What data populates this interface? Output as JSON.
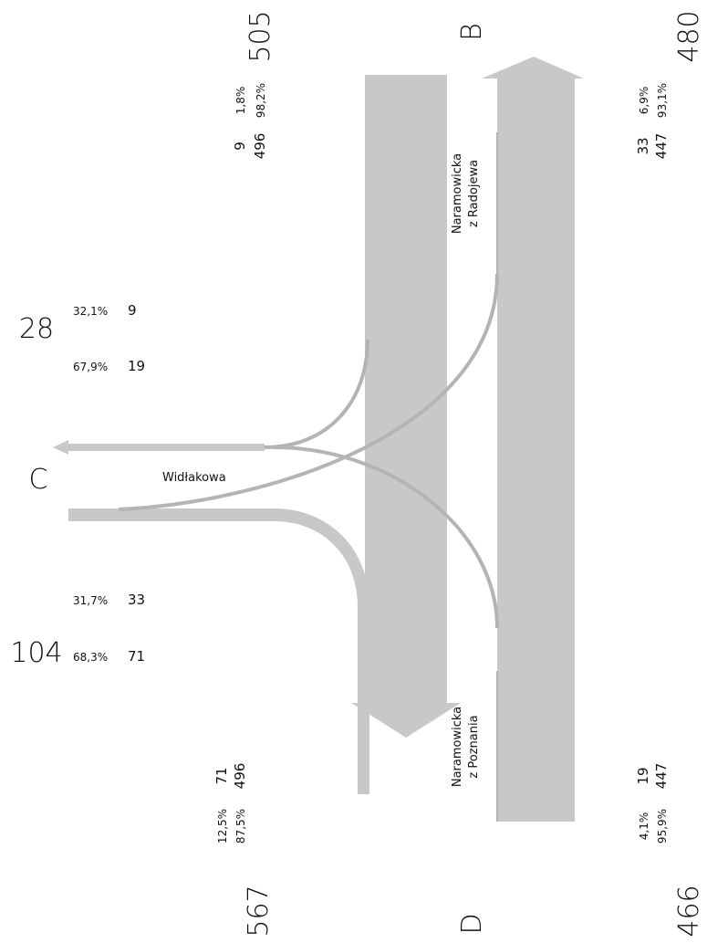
{
  "nodes": {
    "B": "B",
    "C": "C",
    "D": "D",
    "top_left_total": "505",
    "top_right_total": "480",
    "bottom_left_total": "567",
    "bottom_right_total": "466",
    "left_top_total": "28",
    "left_bottom_total": "104"
  },
  "streets": {
    "north": [
      "Naramowicka",
      "z Radojewa"
    ],
    "south": [
      "Naramowicka",
      "z Poznania"
    ],
    "west": "Widłakowa"
  },
  "top_left": {
    "pct": [
      "1,8%",
      "98,2%"
    ],
    "counts": [
      "9",
      "496"
    ]
  },
  "top_right": {
    "counts": [
      "33",
      "447"
    ],
    "pct": [
      "6,9%",
      "93,1%"
    ]
  },
  "bottom_left": {
    "pct": [
      "12,5%",
      "87,5%"
    ],
    "counts": [
      "71",
      "496"
    ]
  },
  "bottom_right": {
    "counts": [
      "19",
      "447"
    ],
    "pct": [
      "4,1%",
      "95,9%"
    ]
  },
  "left_upper": {
    "rows": [
      [
        "32,1%",
        "9"
      ],
      [
        "67,9%",
        "19"
      ]
    ]
  },
  "left_lower": {
    "rows": [
      [
        "31,7%",
        "33"
      ],
      [
        "68,3%",
        "71"
      ]
    ]
  },
  "colors": {
    "lane": "#c8c8c8",
    "flow": "#b4b4b4",
    "text": "#111111"
  }
}
